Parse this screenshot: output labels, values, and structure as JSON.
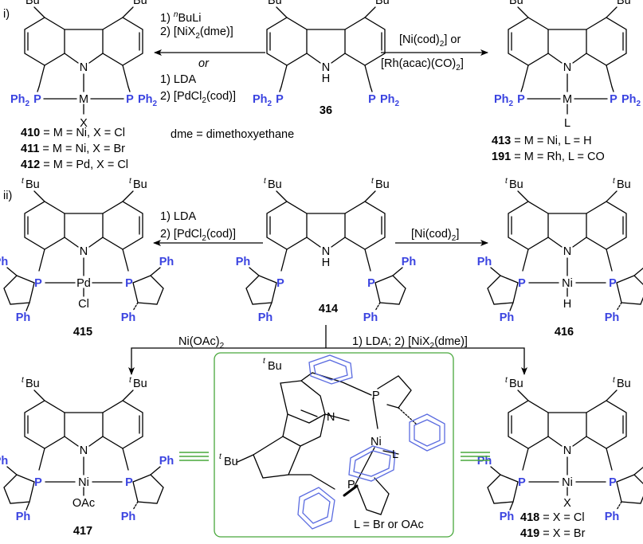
{
  "section_labels": {
    "part_i": "i)",
    "part_ii": "ii)"
  },
  "atoms": {
    "tBu": "Bu",
    "t_superscript": "t",
    "N": "N",
    "NH_H": "H",
    "M": "M",
    "X": "X",
    "L": "L",
    "Ni": "Ni",
    "Pd": "Pd",
    "P": "P",
    "Ph": "Ph",
    "Ph2_a": "Ph",
    "Ph2_sub": "2",
    "Cl": "Cl",
    "H": "H",
    "OAc": "OAc"
  },
  "colors": {
    "bond": "#000000",
    "phosphine_label": "#3a43e0",
    "ring_highlight": "#5a6be0",
    "inset_border": "#49a83c",
    "equivalence": "#49a83c"
  },
  "compounds": {
    "c36": "36",
    "c414": "414",
    "c415": "415",
    "c416": "416",
    "c417": "417"
  },
  "captions": {
    "c410": {
      "num": "410",
      "rest": " = M = Ni, X = Cl"
    },
    "c411": {
      "num": "411",
      "rest": " = M = Ni, X = Br"
    },
    "c412": {
      "num": "412",
      "rest": " = M = Pd, X = Cl"
    },
    "c413": {
      "num": "413",
      "rest": " = M = Ni, L = H"
    },
    "c191": {
      "num": "191",
      "rest": " = M = Rh, L = CO"
    },
    "c418": {
      "num": "418",
      "rest": " = X = Cl"
    },
    "c419": {
      "num": "419",
      "rest": " = X = Br"
    }
  },
  "conditions": {
    "left_top": {
      "l1_num": "1) ",
      "l1_sup": "n",
      "l1_rest": "BuLi",
      "l2_pre": "2) [NiX",
      "l2_sub": "2",
      "l2_post": "(dme)]",
      "or": "or",
      "l3": "1) LDA",
      "l4_pre": "2) [PdCl",
      "l4_sub": "2",
      "l4_post": "(cod)]"
    },
    "dme_note": "dme = dimethoxyethane",
    "right_top": {
      "l1_pre": "[Ni(cod)",
      "l1_sub": "2",
      "l1_post": "] or",
      "l2_pre": "[Rh(acac)(CO)",
      "l2_sub": "2",
      "l2_post": "]"
    },
    "left_mid": {
      "l1": "1) LDA",
      "l2_pre": "2) [PdCl",
      "l2_sub": "2",
      "l2_post": "(cod)]"
    },
    "right_mid": {
      "pre": "[Ni(cod)",
      "sub": "2",
      "post": "]"
    },
    "bottom_left": {
      "pre": "Ni(OAc)",
      "sub": "2"
    },
    "bottom_right": {
      "pre": "1) LDA; 2) [NiX",
      "sub": "2",
      "post": "(dme)]"
    }
  },
  "inset": {
    "L_note": "L = Br or OAc",
    "tBu": "Bu",
    "t_superscript": "t",
    "N": "N",
    "Ni": "Ni",
    "L": "L",
    "P": "P"
  }
}
